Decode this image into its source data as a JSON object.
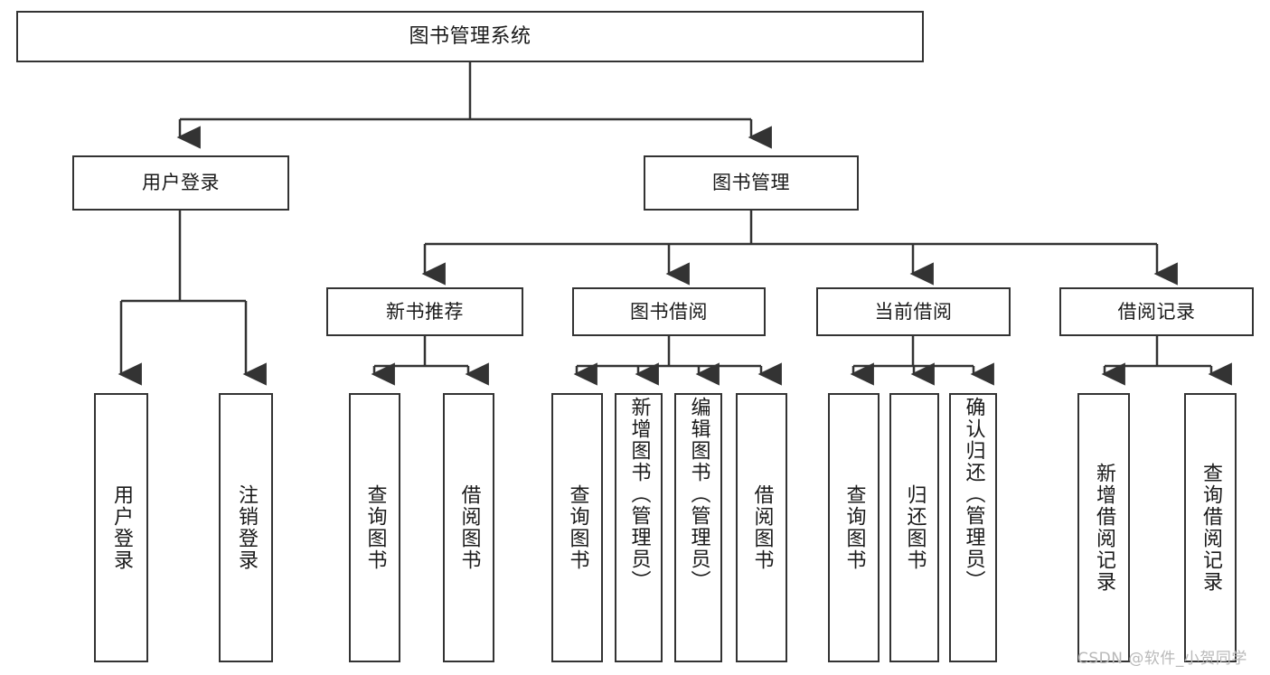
{
  "diagram": {
    "title": "图书管理系统",
    "type": "hierarchy-tree",
    "root": {
      "label": "图书管理系统"
    },
    "level2": [
      {
        "label": "用户登录"
      },
      {
        "label": "图书管理"
      }
    ],
    "level3": [
      {
        "label": "新书推荐"
      },
      {
        "label": "图书借阅"
      },
      {
        "label": "当前借阅"
      },
      {
        "label": "借阅记录"
      }
    ],
    "leaves": {
      "user_login": [
        {
          "label": "用户登录"
        },
        {
          "label": "注销登录"
        }
      ],
      "new_book": [
        {
          "label": "查询图书"
        },
        {
          "label": "借阅图书"
        }
      ],
      "book_borrow": [
        {
          "label": "查询图书"
        },
        {
          "label": "新增图书（管理员）"
        },
        {
          "label": "编辑图书（管理员）"
        },
        {
          "label": "借阅图书"
        }
      ],
      "current_borrow": [
        {
          "label": "查询图书"
        },
        {
          "label": "归还图书"
        },
        {
          "label": "确认归还（管理员）"
        }
      ],
      "borrow_record": [
        {
          "label": "新增借阅记录"
        },
        {
          "label": "查询借阅记录"
        }
      ]
    }
  },
  "watermark": {
    "text": "CSDN @软件_小贺同学"
  },
  "colors": {
    "stroke": "#333333",
    "background": "#ffffff",
    "text": "#1a1a1a",
    "watermark": "#b9b9b9"
  }
}
